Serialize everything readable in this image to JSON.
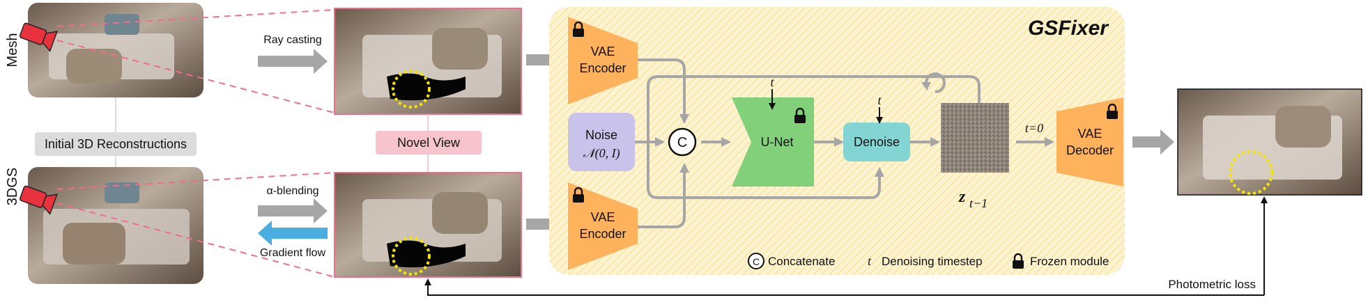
{
  "diagram": {
    "side_labels": {
      "top": "Mesh",
      "bottom": "3DGS"
    },
    "initial_recon_label": "Initial 3D Reconstructions",
    "novel_view_label": "Novel View",
    "arrows": {
      "ray_casting": "Ray casting",
      "alpha_blending": "α-blending",
      "gradient_flow": "Gradient flow",
      "photometric_loss": "Photometric loss"
    },
    "gsfixer": {
      "title": "GSFixer",
      "vae_encoder_line1": "VAE",
      "vae_encoder_line2": "Encoder",
      "noise_label": "Noise",
      "noise_formula": "𝒩(0, I)",
      "concat_symbol": "C",
      "unet_label": "U-Net",
      "unet_t": "t",
      "denoise_label": "Denoise",
      "denoise_t": "t",
      "latent_label": "z",
      "latent_sub": "t−1",
      "t0_label": "t=0",
      "vae_decoder_line1": "VAE",
      "vae_decoder_line2": "Decoder"
    },
    "legend": {
      "concat": "Concatenate",
      "t_symbol": "t",
      "timestep": "Denoising timestep",
      "frozen": "Frozen module"
    },
    "colors": {
      "vae": "#ffb25c",
      "noise": "#c9c3ec",
      "unet": "#82d17a",
      "denoise": "#82d5d3",
      "panel_bg": "#fdf3cf",
      "gray_arrow": "#a6a6a6",
      "blue_arrow": "#4aaee0",
      "pink_tag": "#f7c3cc",
      "pink_line": "#ef6f8a",
      "yellow_circle": "#f2e600"
    }
  }
}
